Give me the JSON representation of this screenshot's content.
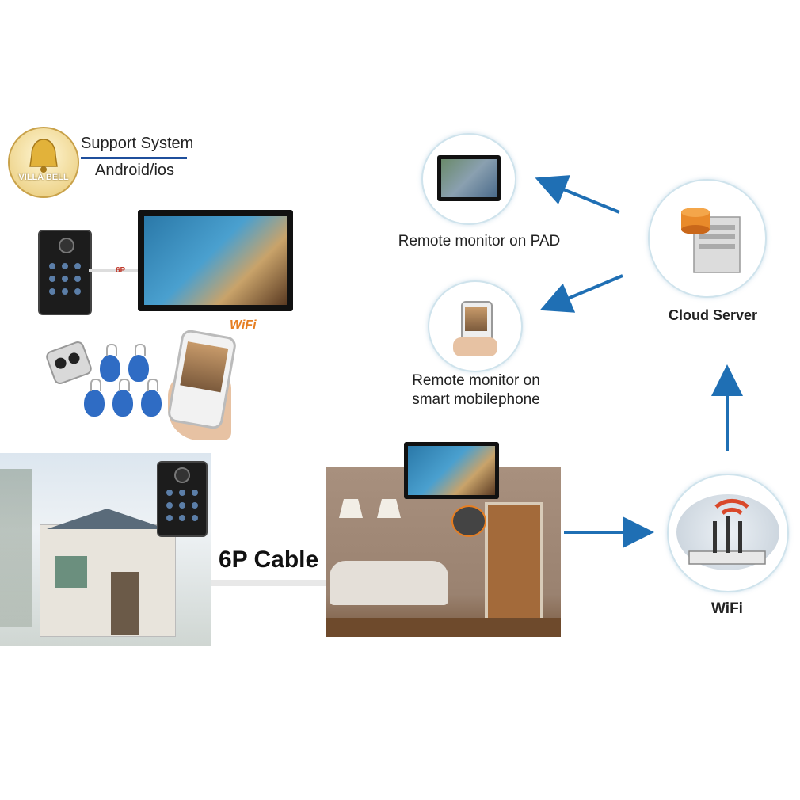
{
  "logo": {
    "brand": "VILLA BELL",
    "line1": "Support System",
    "line2": "Android/ios"
  },
  "labels": {
    "six_p_small": "6P",
    "wifi_logo": "WiFi",
    "pad": "Remote monitor on PAD",
    "phone_line1": "Remote monitor on",
    "phone_line2": "smart mobilephone",
    "cloud": "Cloud Server",
    "cable": "6P Cable",
    "wifi": "WiFi"
  },
  "colors": {
    "arrow": "#1f6fb4",
    "accent_blue": "#2f6cc4",
    "logo_gold": "#d9a62a"
  }
}
